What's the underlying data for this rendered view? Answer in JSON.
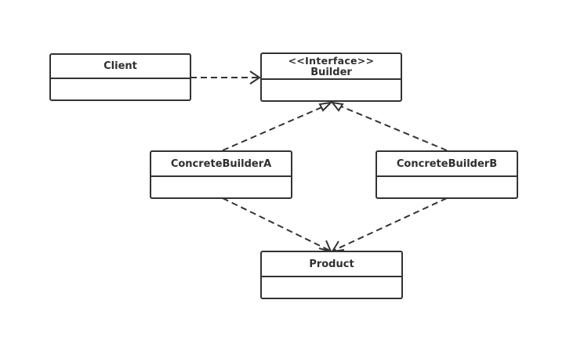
{
  "diagram": {
    "classes": {
      "client": {
        "name": "Client"
      },
      "builder": {
        "stereotype": "<<Interface>>",
        "name": "Builder"
      },
      "concrete_builder_a": {
        "name": "ConcreteBuilderA"
      },
      "concrete_builder_b": {
        "name": "ConcreteBuilderB"
      },
      "product": {
        "name": "Product"
      }
    },
    "relationships": [
      {
        "from": "Client",
        "to": "Builder",
        "type": "dependency"
      },
      {
        "from": "ConcreteBuilderA",
        "to": "Builder",
        "type": "realization"
      },
      {
        "from": "ConcreteBuilderB",
        "to": "Builder",
        "type": "realization"
      },
      {
        "from": "ConcreteBuilderA",
        "to": "Product",
        "type": "dependency"
      },
      {
        "from": "ConcreteBuilderB",
        "to": "Product",
        "type": "dependency"
      }
    ],
    "colors": {
      "stroke": "#333333",
      "text": "#2f2f2f",
      "background": "#ffffff"
    }
  }
}
